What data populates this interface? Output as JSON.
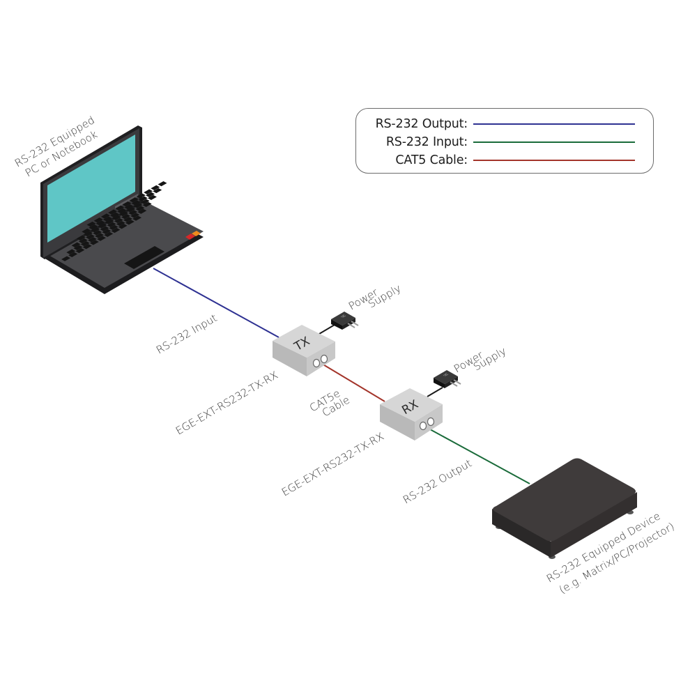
{
  "legend": {
    "items": [
      {
        "label": "RS-232 Output:",
        "color": "#2e3192"
      },
      {
        "label": "RS-232 Input:",
        "color": "#1a6b3a"
      },
      {
        "label": "CAT5 Cable:",
        "color": "#a3342a"
      }
    ]
  },
  "colors": {
    "rs232_input_line": "#2e3192",
    "cat5_line": "#a3342a",
    "rs232_output_line": "#1a6b3a",
    "power_cord": "#1a1a1a",
    "laptop_screen": "#5fc6c6",
    "laptop_body": "#4a4a4d",
    "device_body": "#3c3a3a",
    "box_top": "#d6d6d6"
  },
  "labels": {
    "pc": [
      "RS-232 Equipped",
      "PC or Notebook"
    ],
    "rs232_input": "RS-232 Input",
    "tx_model": "EGE-EXT-RS232-TX-RX",
    "rx_model": "EGE-EXT-RS232-TX-RX",
    "cat5e": [
      "CAT5e",
      "Cable"
    ],
    "rs232_output": "RS-232 Output",
    "tx_power": [
      "Power",
      "Supply"
    ],
    "rx_power": [
      "Power",
      "Supply"
    ],
    "device": [
      "RS-232 Equipped Device",
      "(e.g. Matrix/PC/Projector)"
    ],
    "tx_box": "TX",
    "rx_box": "RX"
  }
}
